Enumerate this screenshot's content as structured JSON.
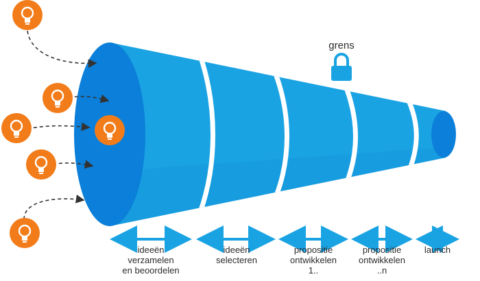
{
  "diagram": {
    "gate_label": "grens",
    "stages": [
      {
        "label": "ideeën\nverzamelen\nen beoordelen"
      },
      {
        "label": "ideeën\nselecteren"
      },
      {
        "label": "propositie\nontwikkelen\n1.."
      },
      {
        "label": "propositie\nontwikkelen\n..n"
      },
      {
        "label": "launch"
      }
    ]
  },
  "colors": {
    "funnel_body": "#1aa3e3",
    "funnel_mouth": "#0b7fd9",
    "funnel_shade": "#118fd6",
    "divider": "#ffffff",
    "idea_bulb_bg": "#f27c19",
    "arrow_dashed": "#333333",
    "axis_arrow": "#1aa3e3",
    "lock": "#1aa3e3"
  },
  "icons": {
    "idea": "lightbulb-icon",
    "gate": "padlock-icon"
  }
}
